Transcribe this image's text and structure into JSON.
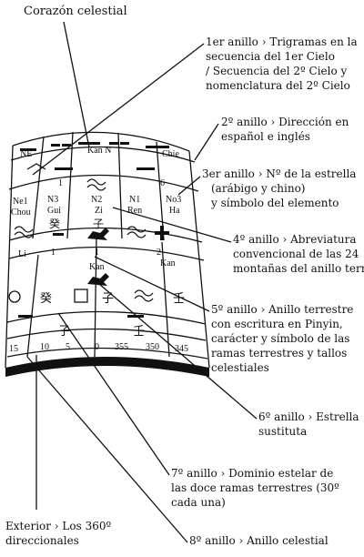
{
  "top_label": "Corazón celestial",
  "annotations": [
    {
      "lines": [
        "1er anillo › Trigramas en la",
        "secuencia del 1er Cielo",
        "/ Secuencia del 2º Cielo y",
        "nomenclatura del 2º Cielo"
      ]
    },
    {
      "lines": [
        "2º anillo › Dirección en",
        "español e inglés"
      ]
    },
    {
      "lines": [
        "3er anillo › Nº de la estrella",
        "(arábigo y chino)",
        "y símbolo del elemento"
      ]
    },
    {
      "lines": [
        "4º anillo › Abreviatura",
        "convencional de las 24",
        "montañas del anillo terrestre"
      ]
    },
    {
      "lines": [
        "5º anillo › Anillo terrestre",
        "con escritura en Pinyin,",
        "carácter y símbolo de las",
        "ramas terrestres y tallos",
        "celestiales"
      ]
    },
    {
      "lines": [
        "6º anillo › Estrella",
        "sustituta"
      ]
    },
    {
      "lines": [
        "7º anillo › Dominio estelar de",
        "las doce ramas terrestres (30º",
        "cada una)"
      ]
    },
    {
      "lines": [
        "8º anillo › Anillo celestial"
      ]
    }
  ],
  "exterior_label": [
    "Exterior › Los 360º",
    "direccionales"
  ],
  "ring2": {
    "left": "NE",
    "center": "Kan N",
    "right": "Chie"
  },
  "ring3": {
    "cells": [
      {
        "top": "Ne1",
        "bottom": "Chou"
      },
      {
        "top": "N3",
        "bottom": "Gui",
        "char": "癸"
      },
      {
        "top": "N2",
        "bottom": "Zi",
        "char": "子"
      },
      {
        "top": "N1",
        "bottom": "Ren"
      },
      {
        "top": "No3",
        "bottom": "Ha"
      }
    ],
    "small_nums": [
      "1",
      "6"
    ]
  },
  "ring4": {
    "cells": [
      "1",
      "1",
      "2"
    ],
    "left": "Li",
    "right": "Kan"
  },
  "ring5": {
    "center": "Kan"
  },
  "ring6": {
    "chars": [
      "癸",
      "子",
      "壬"
    ],
    "chars2": [
      "子",
      "壬"
    ]
  },
  "degrees": [
    "15",
    "10",
    "5",
    "0",
    "355",
    "350",
    "345"
  ]
}
